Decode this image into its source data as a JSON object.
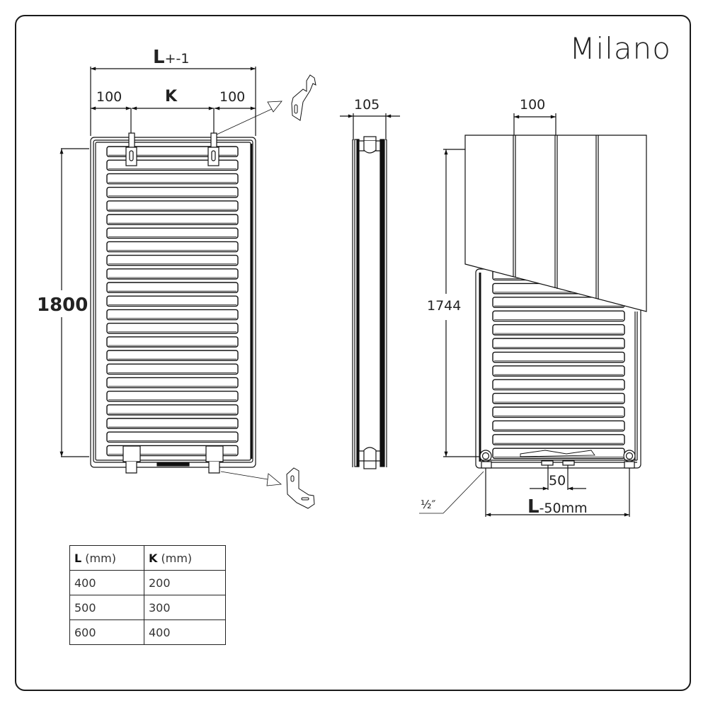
{
  "title": "Milano",
  "front_view": {
    "width_label_bold": "L",
    "width_label_suffix": "+-1",
    "left_offset": "100",
    "center_label": "K",
    "right_offset": "100",
    "height": "1800",
    "slat_count": 23
  },
  "side_view": {
    "depth": "105"
  },
  "rear_view": {
    "panel_width": "100",
    "height": "1744",
    "connector_spacing": "50",
    "bottom_label_bold": "L",
    "bottom_label_suffix": "-50mm",
    "thread_size": "½″",
    "slat_count": 14
  },
  "table": {
    "headers": [
      {
        "bold": "L",
        "unit": "(mm)"
      },
      {
        "bold": "K",
        "unit": "(mm)"
      }
    ],
    "rows": [
      [
        "400",
        "200"
      ],
      [
        "500",
        "300"
      ],
      [
        "600",
        "400"
      ]
    ]
  }
}
